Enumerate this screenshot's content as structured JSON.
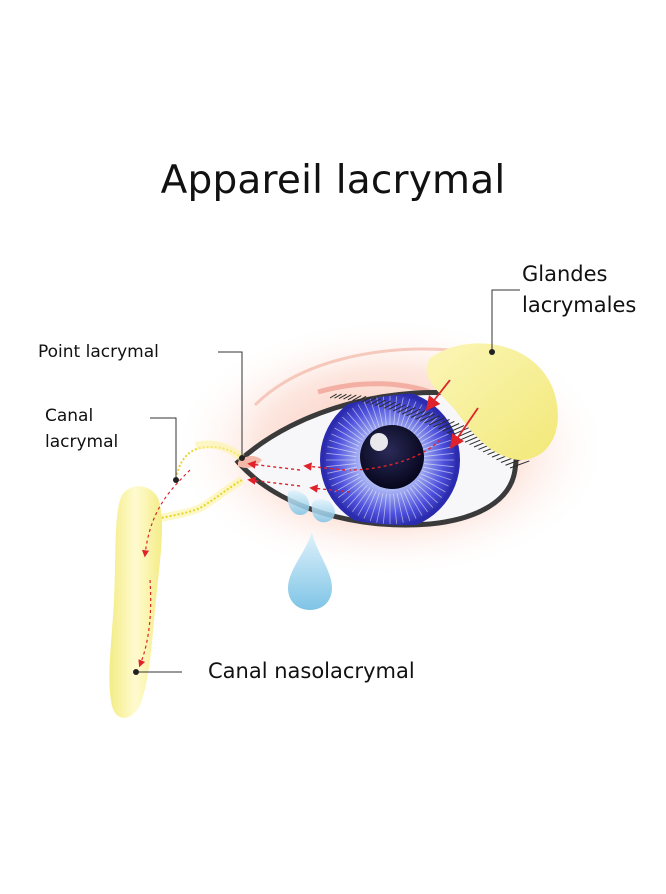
{
  "title": "Appareil lacrymal",
  "labels": {
    "glandes": "Glandes\nlacrymales",
    "point": "Point lacrymal",
    "canal": "Canal\nlacrymal",
    "nasolacrymal": "Canal nasolacrymal"
  },
  "colors": {
    "iris": "#3d3fc7",
    "pupil": "#0d0d2e",
    "gland": "#f8f19a",
    "duct_outline": "#e8d52a",
    "tear": "#9fd4ee",
    "flow_arrow": "#e0222a",
    "halo": "#f9c7b8",
    "leader": "#333333"
  }
}
